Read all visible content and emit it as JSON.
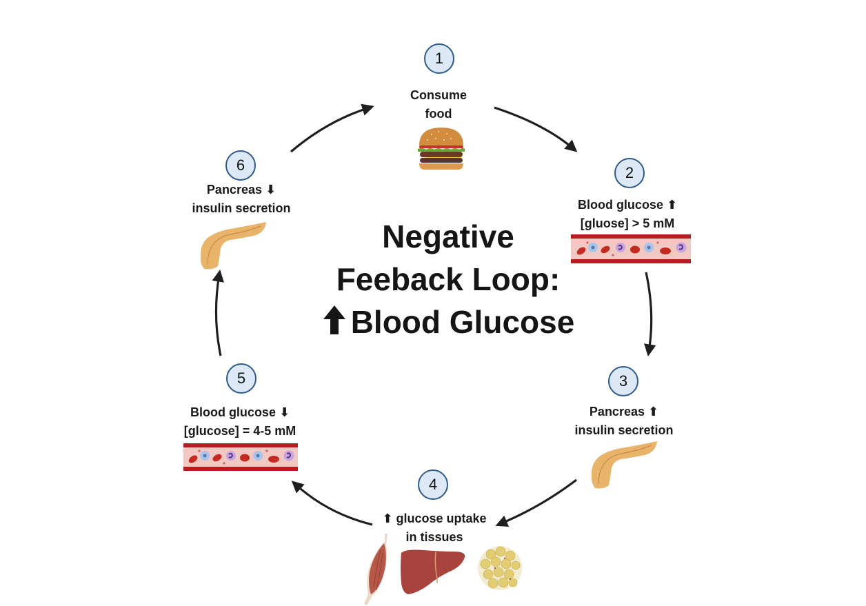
{
  "title": {
    "line1": "Negative",
    "line2": "Feeback Loop:",
    "line3": "Blood Glucose",
    "arrow_icon": "up-arrow-icon"
  },
  "colors": {
    "circle_fill": "#dde9f7",
    "circle_border": "#2e5a8a",
    "arrow": "#1e1e1e",
    "vessel_wall": "#b41d22",
    "vessel_lumen": "#f2c9c2",
    "pancreas": "#e7b46a",
    "liver": "#a8443d",
    "fat": "#e6d27d"
  },
  "steps": [
    {
      "number": "1",
      "line1": "Consume",
      "line2": "food",
      "icon": "burger-icon"
    },
    {
      "number": "2",
      "line1": "Blood glucose ⬆",
      "line2": "[gluose] > 5 mM",
      "icon": "blood-vessel-icon"
    },
    {
      "number": "3",
      "line1": "Pancreas ⬆",
      "line2": "insulin secretion",
      "icon": "pancreas-icon"
    },
    {
      "number": "4",
      "line1": "⬆ glucose uptake",
      "line2": "in tissues",
      "icons": [
        "muscle-icon",
        "liver-icon",
        "adipose-tissue-icon"
      ]
    },
    {
      "number": "5",
      "line1": "Blood glucose ⬇",
      "line2": "[glucose] = 4-5 mM",
      "icon": "blood-vessel-icon"
    },
    {
      "number": "6",
      "line1": "Pancreas ⬇",
      "line2": "insulin secretion",
      "icon": "pancreas-icon"
    }
  ]
}
